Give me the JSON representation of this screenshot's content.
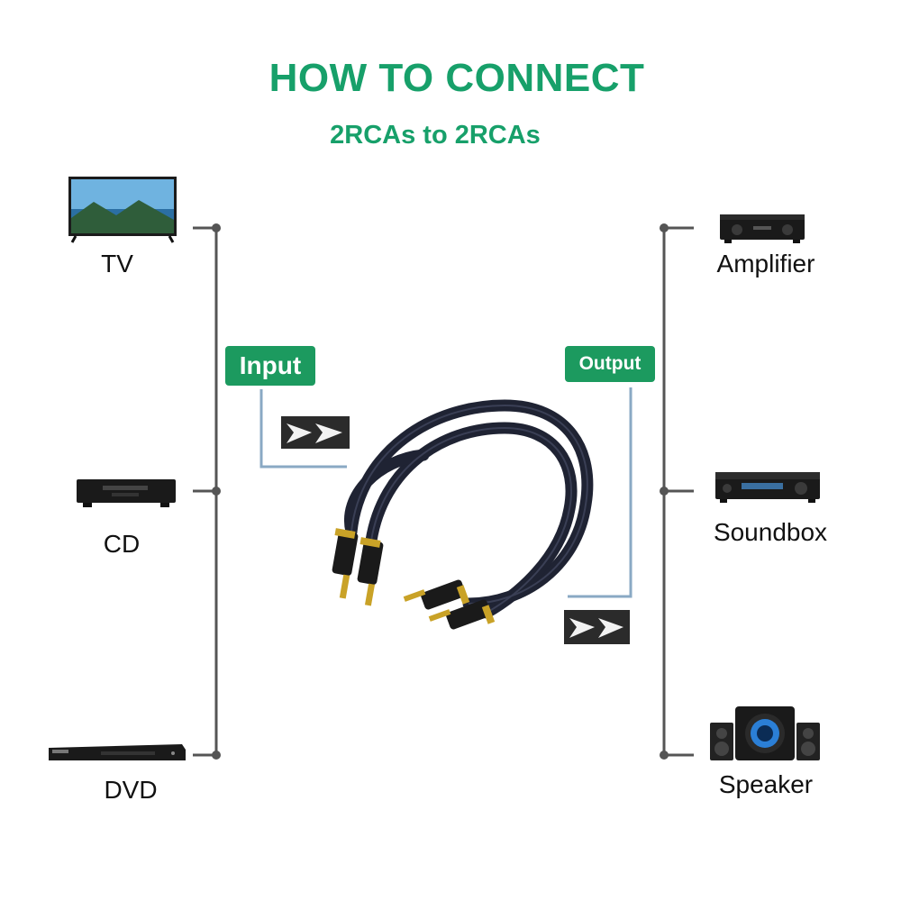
{
  "title": "HOW TO CONNECT",
  "subtitle": "2RCAs to 2RCAs",
  "input_devices": [
    {
      "label": "TV",
      "icon": "tv-icon"
    },
    {
      "label": "CD",
      "icon": "cd-player-icon"
    },
    {
      "label": "DVD",
      "icon": "dvd-player-icon"
    }
  ],
  "output_devices": [
    {
      "label": "Amplifier",
      "icon": "amplifier-icon"
    },
    {
      "label": "Soundbox",
      "icon": "receiver-icon"
    },
    {
      "label": "Speaker",
      "icon": "speaker-icon"
    }
  ],
  "input_tag": "Input",
  "output_tag": "Output",
  "colors": {
    "accent": "#17a06a",
    "tag": "#1c9a5f",
    "cable": "#1f2333",
    "gold": "#c9a227"
  }
}
